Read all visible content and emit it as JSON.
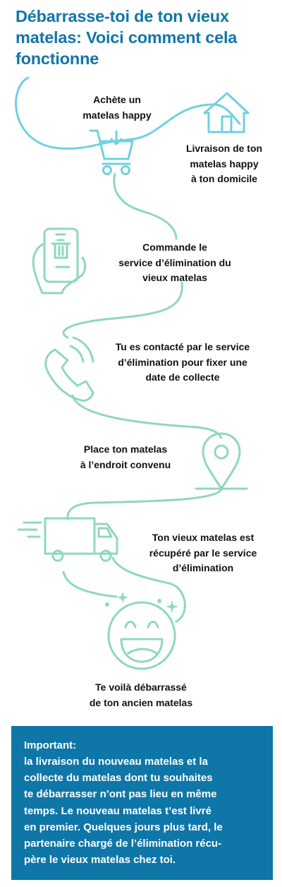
{
  "title": "Débarrasse-toi de ton vieux matelas: Voici comment cela fonctionne",
  "colors": {
    "title": "#1276a8",
    "cart_path": "#6fd1de",
    "main_path": "#8fd8bb",
    "notice_bg": "#0f76a8"
  },
  "steps": [
    {
      "text": "Achète un\nmatelas happy",
      "icon": "shopping-cart-icon"
    },
    {
      "text": "Livraison de ton\nmatelas happy\nà ton domicile",
      "icon": "house-icon"
    },
    {
      "text": "Commande le\nservice d’élimination du\nvieux matelas",
      "icon": "phone-trash-icon"
    },
    {
      "text": "Tu es contacté par le service\nd’élimination pour fixer une\ndate de collecte",
      "icon": "phone-call-icon"
    },
    {
      "text": "Place ton matelas\nà l’endroit convenu",
      "icon": "location-pin-icon"
    },
    {
      "text": "Ton vieux matelas est\nrécupéré par le service\nd’élimination",
      "icon": "delivery-truck-icon"
    },
    {
      "text": "Te voilà débarrassé\nde ton ancien matelas",
      "icon": "smiley-icon"
    }
  ],
  "notice": {
    "title": "Important:",
    "body": "la livraison du nouveau matelas et la\ncollecte du matelas dont tu souhaites\nte débarrasser n’ont pas lieu en même\ntemps. Le nouveau matelas t’est livré\nen premier. Quelques jours plus tard, le\npartenaire chargé de l’élimination récu-\npère le vieux matelas chez toi."
  }
}
